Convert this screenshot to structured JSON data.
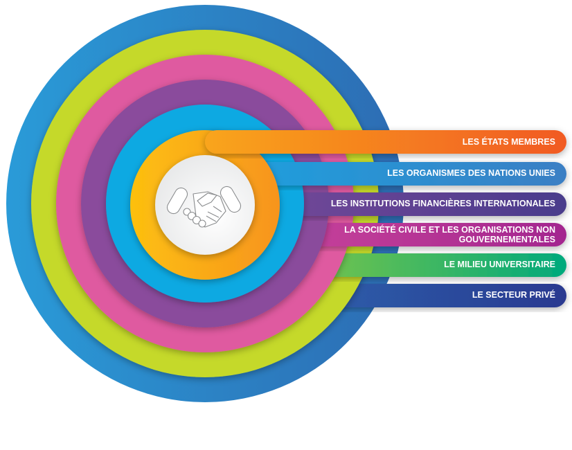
{
  "center_icon": "handshake-icon",
  "stakeholders": [
    {
      "label": "LES ÉTATS MEMBRES",
      "color_from": "#f9a51b",
      "color_to": "#f15a24"
    },
    {
      "label": "LES ORGANISMES DES NATIONS UNIES",
      "color_from": "#1ba3e0",
      "color_to": "#3b7fc4"
    },
    {
      "label": "LES INSTITUTIONS FINANCIÈRES INTERNATIONALES",
      "color_from": "#7c4a9b",
      "color_to": "#4a3c8c"
    },
    {
      "label_line1": "LA SOCIÉTÉ CIVILE ET LES ORGANISATIONS NON",
      "label_line2": "GOUVERNEMENTALES",
      "color_from": "#d24b9e",
      "color_to": "#a3268f"
    },
    {
      "label": "LE MILIEU UNIVERSITAIRE",
      "color_from": "#93c83e",
      "color_to": "#00a97c"
    },
    {
      "label": "LE SECTEUR PRIVÉ",
      "color_from": "#2e70b7",
      "color_to": "#2b3990"
    }
  ]
}
